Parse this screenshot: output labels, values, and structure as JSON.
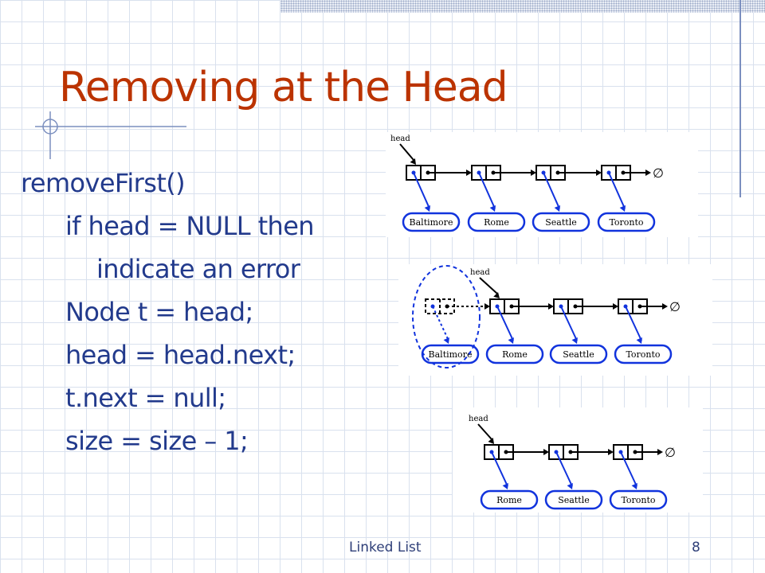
{
  "slide": {
    "title": "Removing at the Head",
    "code": [
      {
        "text": "removeFirst()",
        "indent": 0
      },
      {
        "text": "if head = NULL then",
        "indent": 1
      },
      {
        "text": "indicate an error",
        "indent": 2
      },
      {
        "text": "Node t = head;",
        "indent": 1
      },
      {
        "text": "head = head.next;",
        "indent": 1
      },
      {
        "text": "t.next = null;",
        "indent": 1
      },
      {
        "text": "size = size – 1;",
        "indent": 1
      }
    ],
    "footer": "Linked List",
    "page_number": "8"
  },
  "diagrams": {
    "head_label": "head",
    "null_symbol": "∅",
    "before": [
      "Baltimore",
      "Rome",
      "Seattle",
      "Toronto"
    ],
    "during": [
      "Baltimore",
      "Rome",
      "Seattle",
      "Toronto"
    ],
    "after": [
      "Rome",
      "Seattle",
      "Toronto"
    ]
  },
  "colors": {
    "title": "#bb3300",
    "code": "#223a8c",
    "pointer": "#1133dd"
  }
}
